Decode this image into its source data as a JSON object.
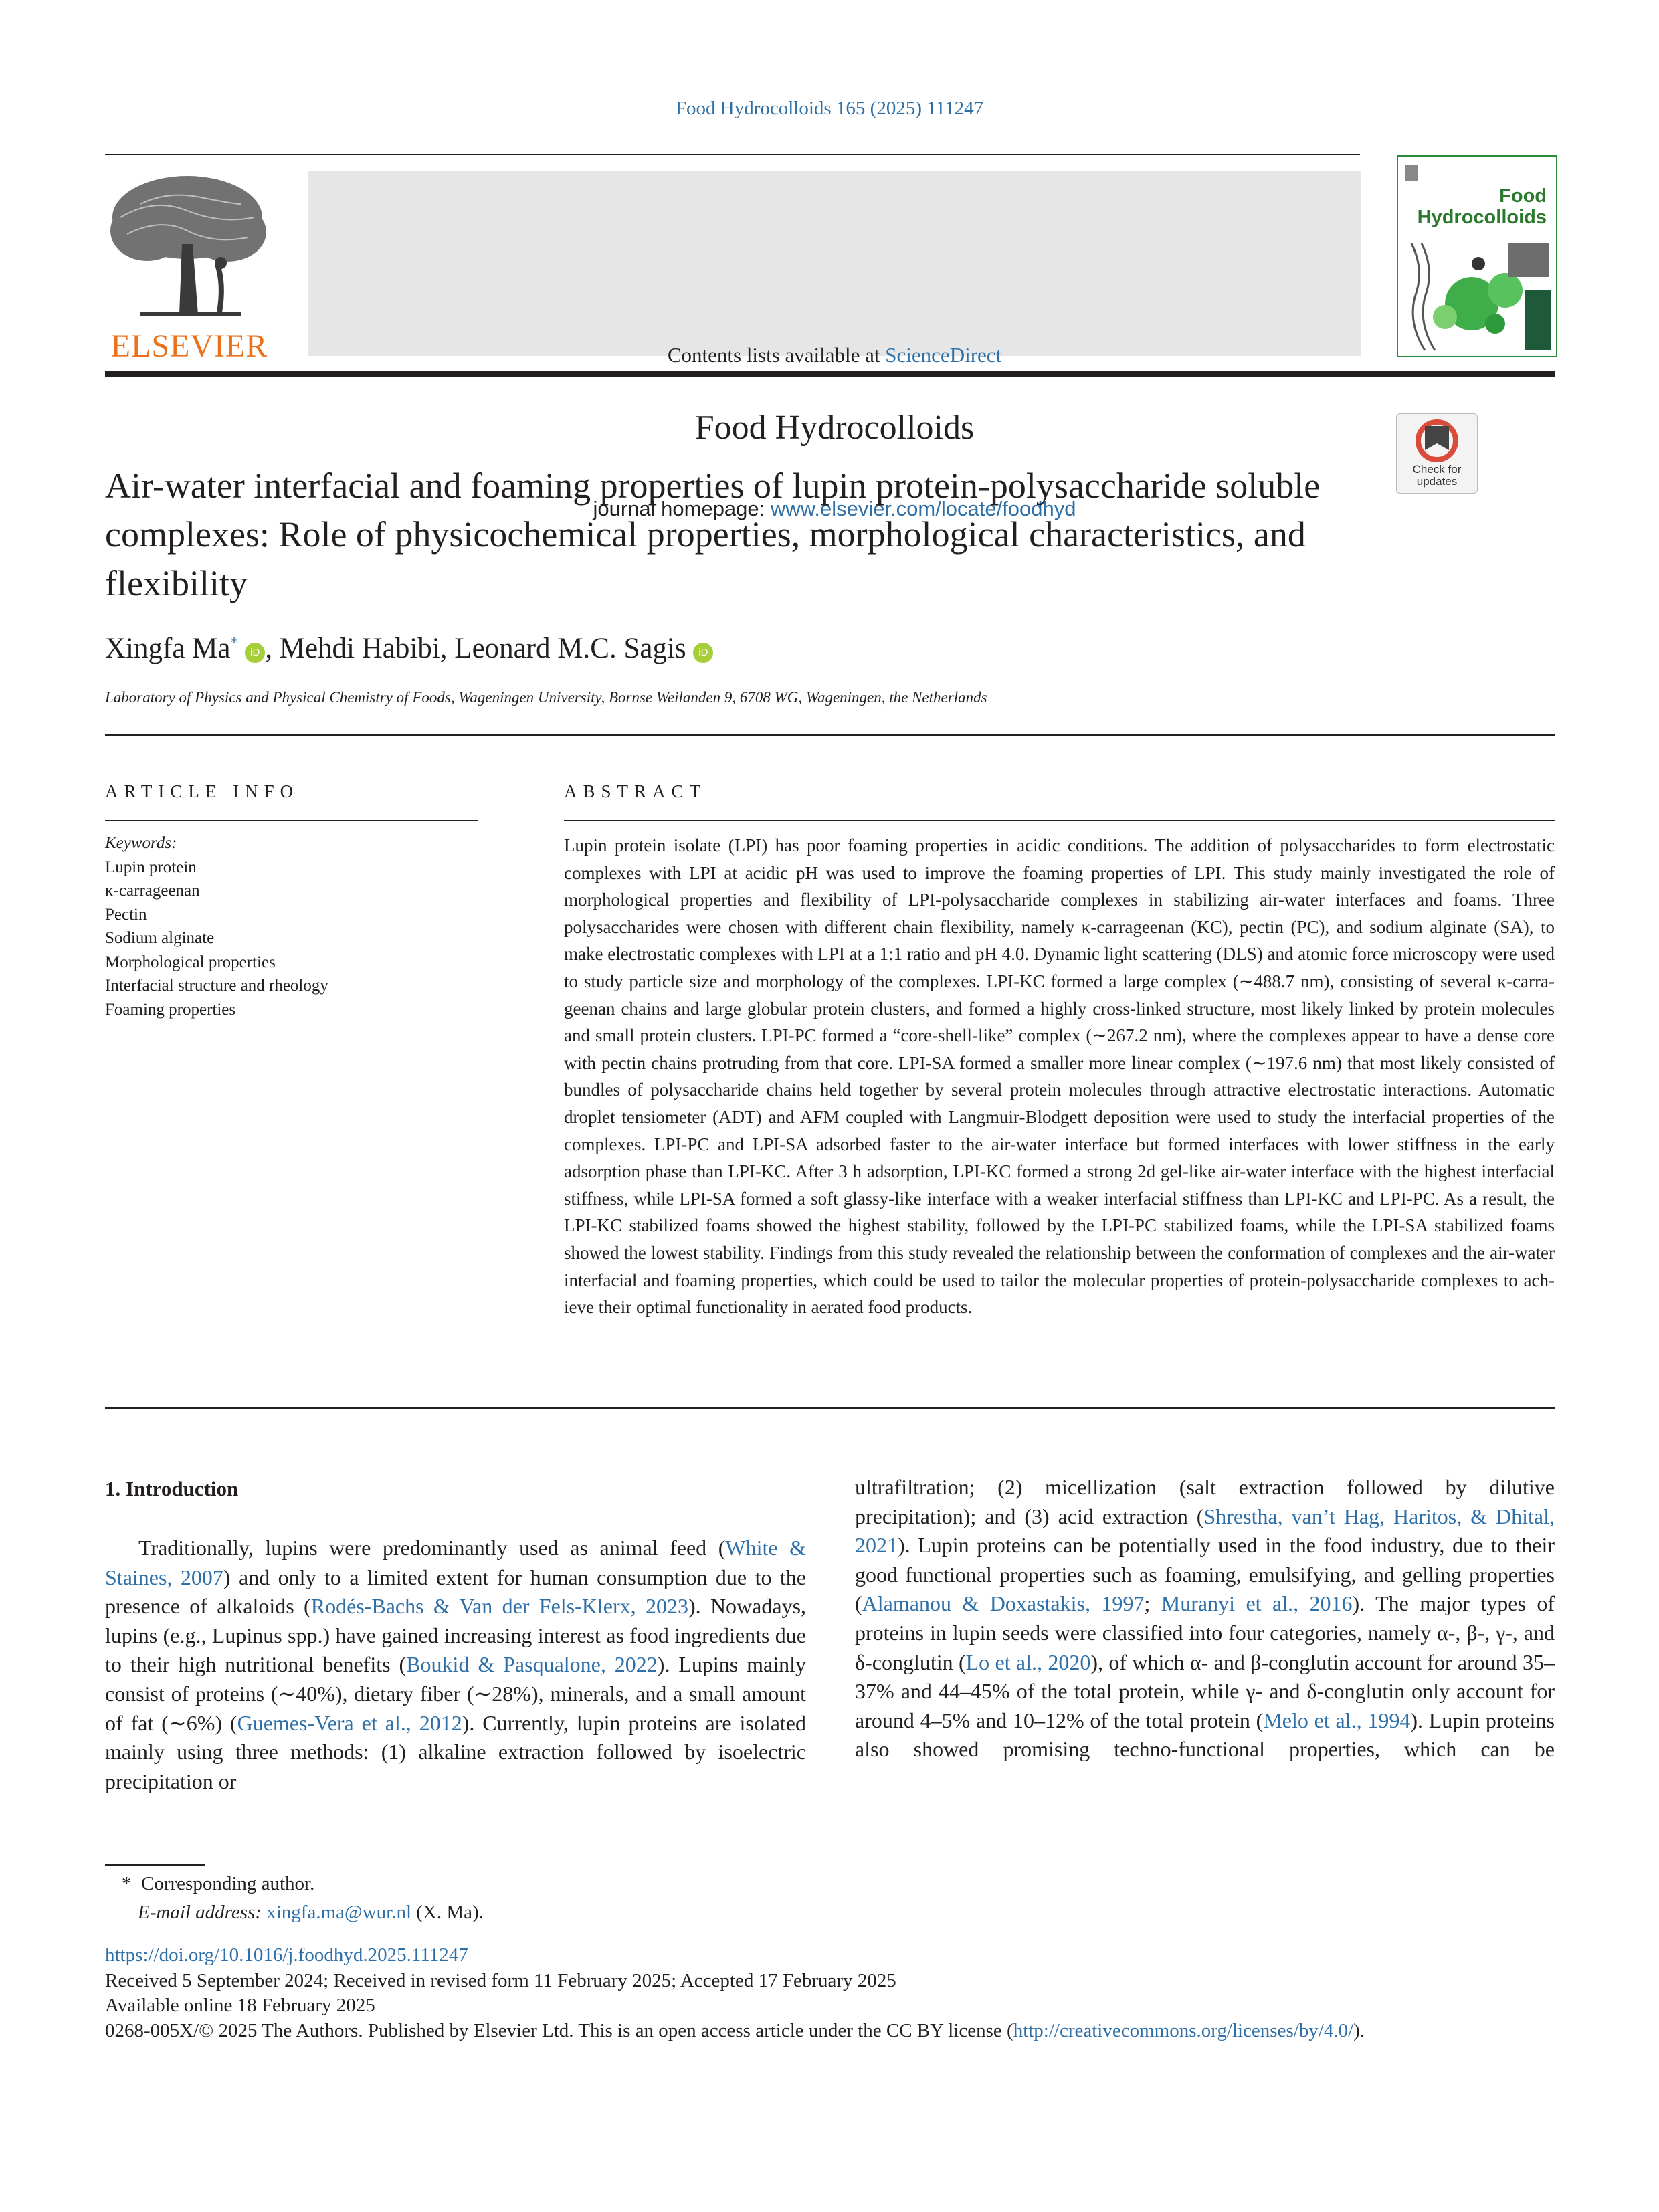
{
  "header": {
    "journal_citation": "Food Hydrocolloids 165 (2025) 111247",
    "contents_prefix": "Contents lists available at ",
    "contents_link": "ScienceDirect",
    "journal_title": "Food Hydrocolloids",
    "homepage_prefix": "journal homepage: ",
    "homepage_url": "www.elsevier.com/locate/foodhyd",
    "publisher": "ELSEVIER",
    "cover_title_line1": "Food",
    "cover_title_line2": "Hydrocolloids",
    "check_updates_line1": "Check for",
    "check_updates_line2": "updates"
  },
  "article": {
    "title": "Air-water interfacial and foaming properties of lupin protein-polysaccharide soluble complexes: Role of physicochemical properties, morphological characteristics, and flexibility",
    "authors": [
      {
        "name": "Xingfa Ma",
        "mark": "*",
        "sep": ", "
      },
      {
        "name": "Mehdi Habibi",
        "mark": "",
        "sep": ", "
      },
      {
        "name": "Leonard M.C. Sagis",
        "mark": "",
        "sep": ""
      }
    ],
    "affiliation": "Laboratory of Physics and Physical Chemistry of Foods, Wageningen University, Bornse Weilanden 9, 6708 WG, Wageningen, the Netherlands"
  },
  "article_info": {
    "heading": "ARTICLE INFO",
    "keywords_label": "Keywords:",
    "keywords": [
      "Lupin protein",
      "κ-carrageenan",
      "Pectin",
      "Sodium alginate",
      "Morphological properties",
      "Interfacial structure and rheology",
      "Foaming properties"
    ]
  },
  "abstract": {
    "heading": "ABSTRACT",
    "text": "Lupin protein isolate (LPI) has poor foaming properties in acidic conditions. The addition of polysaccharides to form electrostatic complexes with LPI at acidic pH was used to improve the foaming properties of LPI. This study mainly investigated the role of morphological properties and flexibility of LPI-polysaccharide complexes in stabilizing air-water interfaces and foams. Three polysaccharides were chosen with different chain flexibility, namely κ-carrageenan (KC), pectin (PC), and sodium alginate (SA), to make electrostatic complexes with LPI at a 1:1 ratio and pH 4.0. Dynamic light scattering (DLS) and atomic force microscopy were used to study particle size and morphology of the complexes. LPI-KC formed a large complex (∼488.7 nm), consisting of several κ-carra­geenan chains and large globular protein clusters, and formed a highly cross-linked structure, most likely linked by protein molecules and small protein clusters. LPI-PC formed a “core-shell-like” complex (∼267.2 nm), where the complexes appear to have a dense core with pectin chains protruding from that core. LPI-SA formed a smaller more linear complex (∼197.6 nm) that most likely consisted of bundles of polysaccharide chains held together by several protein molecules through attractive electrostatic interactions. Automatic droplet tensiometer (ADT) and AFM coupled with Langmuir-Blodgett deposition were used to study the interfacial properties of the complexes. LPI-PC and LPI-SA adsorbed faster to the air-water interface but formed interfaces with lower stiffness in the early adsorption phase than LPI-KC. After 3 h adsorption, LPI-KC formed a strong 2d gel-like air-water interface with the highest interfacial stiffness, while LPI-SA formed a soft glassy-like interface with a weaker interfacial stiffness than LPI-KC and LPI-PC. As a result, the LPI-KC stabilized foams showed the highest stability, followed by the LPI-PC stabilized foams, while the LPI-SA stabilized foams showed the lowest stability. Findings from this study revealed the relationship between the conformation of complexes and the air-water interfacial and foaming properties, which could be used to tailor the molecular properties of protein-polysaccharide complexes to ach­ieve their optimal functionality in aerated food products."
  },
  "intro": {
    "heading": "1.  Introduction",
    "left": [
      {
        "t": "Traditionally, lupins were predominantly used as animal feed ("
      },
      {
        "l": "White & Staines, 2007"
      },
      {
        "t": ") and only to a limited extent for human consumption due to the presence of alkaloids ("
      },
      {
        "l": "Rodés-Bachs & Van der Fels-Klerx, 2023"
      },
      {
        "t": "). Nowadays, lupins (e.g., Lupinus spp.) have gained increasing interest as food ingredients due to their high nutritional benefits ("
      },
      {
        "l": "Boukid & Pasqualone, 2022"
      },
      {
        "t": "). Lupins mainly consist of proteins (∼40%), dietary fiber (∼28%), minerals, and a small amount of fat (∼6%) ("
      },
      {
        "l": "Guemes-Vera et al., 2012"
      },
      {
        "t": "). Currently, lupin proteins are isolated mainly using three methods: (1) alkaline extraction followed by isoelectric precipitation or"
      }
    ],
    "right": [
      {
        "t": "ultrafiltration; (2) micellization (salt extraction followed by dilutive precipitation); and (3) acid extraction ("
      },
      {
        "l": "Shrestha, van’t Hag, Haritos, & Dhital, 2021"
      },
      {
        "t": "). Lupin proteins can be potentially used in the food in­dustry, due to their good functional properties such as foaming, emul­sifying, and gelling properties ("
      },
      {
        "l": "Alamanou & Doxastakis, 1997"
      },
      {
        "t": "; "
      },
      {
        "l": "Muranyi et al., 2016"
      },
      {
        "t": "). The major types of proteins in lupin seeds were classified into four categories, namely α-, β-, γ-, and δ-conglutin ("
      },
      {
        "l": "Lo et al., 2020"
      },
      {
        "t": "), of which α- and β-conglutin account for around 35–37% and 44–45% of the total protein, while γ- and δ-conglutin only account for around 4–5% and 10–12% of the total protein ("
      },
      {
        "l": "Melo et al., 1994"
      },
      {
        "t": "). Lupin proteins also showed promising techno-functional properties, which can be"
      }
    ]
  },
  "footnote": {
    "mark": "*",
    "corresponding": "Corresponding author.",
    "email_label": "E-mail address:",
    "email": "xingfa.ma@wur.nl",
    "email_suffix": " (X. Ma)."
  },
  "meta": {
    "doi": "https://doi.org/10.1016/j.foodhyd.2025.111247",
    "received": "Received 5 September 2024; Received in revised form 11 February 2025; Accepted 17 February 2025",
    "available": "Available online 18 February 2025",
    "license_prefix": "0268-005X/© 2025 The Authors. Published by Elsevier Ltd. This is an open access article under the CC BY license (",
    "license_url": "http://creativecommons.org/licenses/by/4.0/",
    "license_suffix": ")."
  },
  "colors": {
    "link": "#2e6fa7",
    "elsevier_orange": "#e9711c",
    "orcid_green": "#a6ce39",
    "header_box": "#e6e6e6",
    "cover_green": "#2a8a3c"
  }
}
